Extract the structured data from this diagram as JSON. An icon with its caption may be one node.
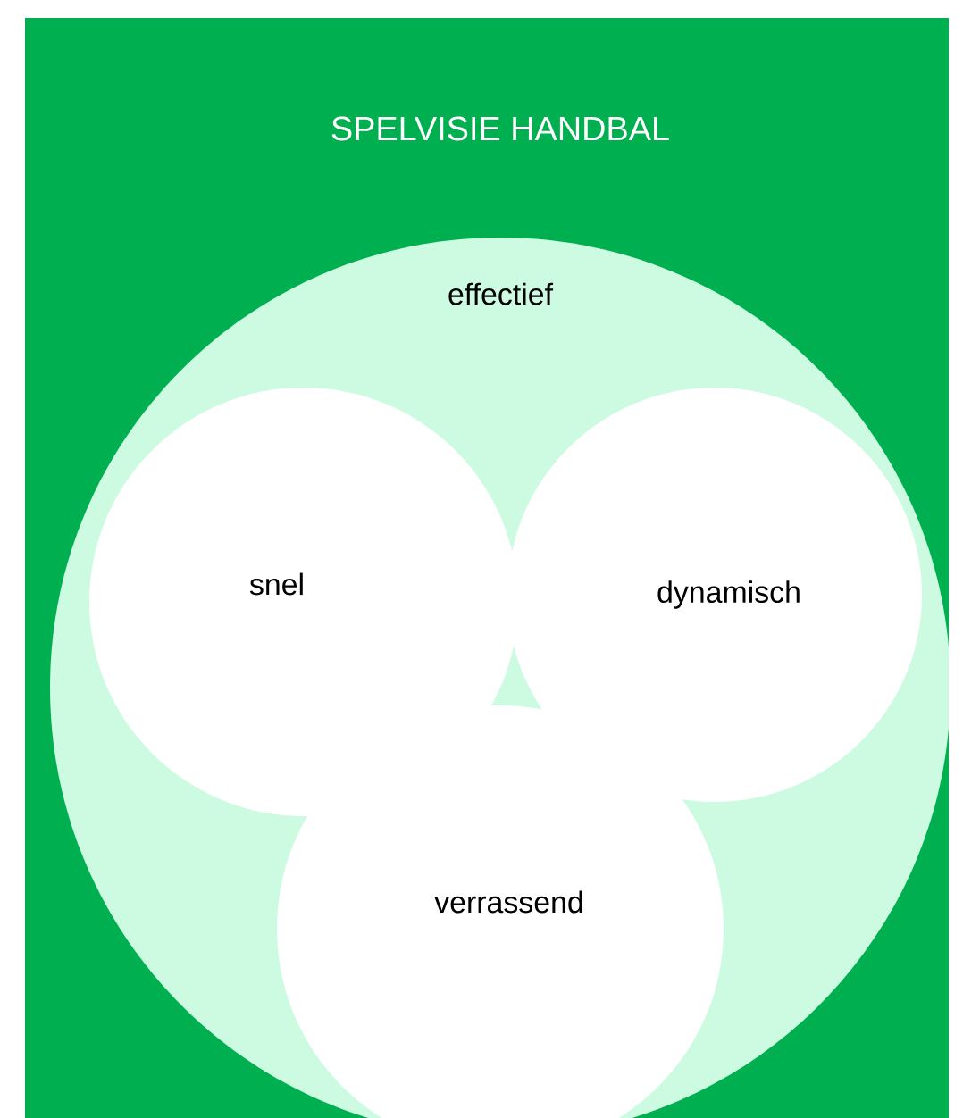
{
  "diagram": {
    "title": "SPELVISIE HANDBAL",
    "nodes": [
      {
        "text": [
          "effectief"
        ]
      },
      {
        "text": [
          "snel"
        ],
        "in": 0
      },
      {
        "text": [
          "dynamisch"
        ],
        "in": 0
      },
      {
        "text": [
          "verrassend"
        ],
        "in": 0
      }
    ]
  }
}
